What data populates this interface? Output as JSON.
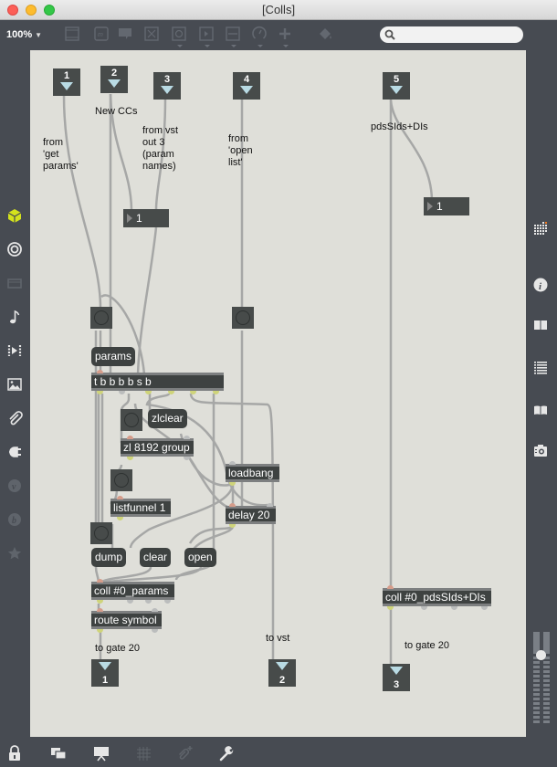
{
  "window": {
    "title": "[Colls]"
  },
  "toolbar": {
    "zoom_level": "100%",
    "icons": [
      "presentation-panel-icon",
      "comment-icon",
      "message-icon",
      "toggle-icon",
      "button-icon",
      "play-icon",
      "slider-icon",
      "dial-icon",
      "add-icon",
      "paint-bucket-icon"
    ],
    "search_placeholder": ""
  },
  "left_sidebar": {
    "items": [
      {
        "icon": "cube-icon",
        "label": "Objects",
        "active": true,
        "color": "#d4e21c"
      },
      {
        "icon": "target-icon",
        "label": "Audio"
      },
      {
        "icon": "device-icon",
        "label": "Devices",
        "disabled": true
      },
      {
        "icon": "music-note-icon",
        "label": "Music"
      },
      {
        "icon": "video-icon",
        "label": "Video"
      },
      {
        "icon": "image-icon",
        "label": "Images"
      },
      {
        "icon": "paperclip-icon",
        "label": "Clippings"
      },
      {
        "icon": "plug-icon",
        "label": "Packages"
      },
      {
        "icon": "vizzie-icon",
        "label": "Vizzie",
        "disabled": true
      },
      {
        "icon": "beap-icon",
        "label": "BEAP",
        "disabled": true
      },
      {
        "icon": "star-icon",
        "label": "Favorites",
        "disabled": true
      }
    ]
  },
  "right_sidebar": {
    "items": [
      {
        "icon": "grid-icon",
        "label": "Mixer"
      },
      {
        "icon": "info-icon",
        "label": "Inspector"
      },
      {
        "icon": "book-open-icon",
        "label": "Help"
      },
      {
        "icon": "list-icon",
        "label": "Console"
      },
      {
        "icon": "reference-icon",
        "label": "Reference"
      },
      {
        "icon": "camera-icon",
        "label": "Snapshots"
      }
    ],
    "audio_level": 0.75
  },
  "bottom_bar": {
    "items": [
      {
        "icon": "lock-icon",
        "label": "Lock"
      },
      {
        "icon": "windows-icon",
        "label": "Presentation windows"
      },
      {
        "icon": "presentation-icon",
        "label": "Presentation mode"
      },
      {
        "icon": "grid-icon",
        "label": "Grid",
        "disabled": true
      },
      {
        "icon": "new-clipping-icon",
        "label": "New clipping",
        "disabled": true
      },
      {
        "icon": "wrench-icon",
        "label": "Debug"
      }
    ]
  },
  "patch": {
    "inlets": [
      {
        "number": "1"
      },
      {
        "number": "2"
      },
      {
        "number": "3"
      },
      {
        "number": "4"
      },
      {
        "number": "5"
      }
    ],
    "outlets": [
      {
        "number": "1"
      },
      {
        "number": "2"
      },
      {
        "number": "3"
      }
    ],
    "comments": {
      "new_ccs": "New CCs",
      "from_get_params": "from\n'get\nparams'",
      "from_vst_out3": "from vst\nout 3\n(param\nnames)",
      "from_open_list": "from\n'open\nlist'",
      "pdssids": "pdsSIds+DIs",
      "to_gate_20_a": "to gate 20",
      "to_vst": "to vst",
      "to_gate_20_b": "to gate 20"
    },
    "number_boxes": [
      {
        "value": "1"
      },
      {
        "value": "1"
      }
    ],
    "messages": {
      "params": "params",
      "zlclear": "zlclear",
      "dump": "dump",
      "clear": "clear",
      "open": "open"
    },
    "objects": {
      "trigger": "t b b b b s b",
      "zl_group": "zl 8192 group",
      "listfunnel": "listfunnel 1",
      "loadbang": "loadbang",
      "delay": "delay 20",
      "coll_params": "coll #0_params",
      "route_symbol": "route symbol",
      "coll_pdssids": "coll #0_pdsSIds+DIs"
    }
  },
  "colors": {
    "canvas": "#dfdfd9",
    "chrome": "#474b52",
    "object_bg": "#3e4241",
    "active_icon": "#d4e21c",
    "patchcord": "#a6a7a6"
  }
}
